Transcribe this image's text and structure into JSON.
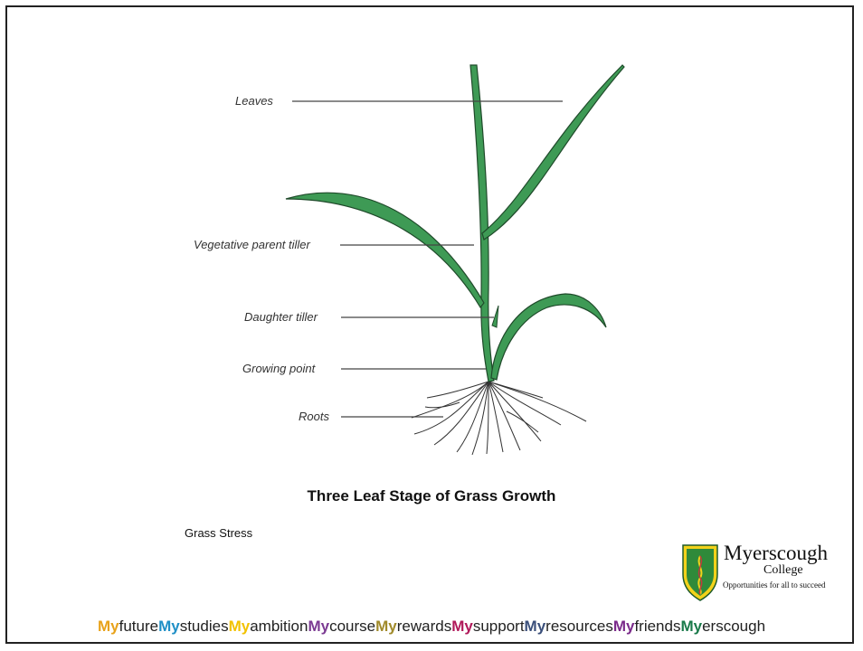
{
  "colors": {
    "leaf": "#3e9a55",
    "leaf_edge": "#1f4a2a",
    "shield_green": "#2f8a3a",
    "shield_yellow": "#f2d21a"
  },
  "diagram": {
    "labels": {
      "leaves": "Leaves",
      "vegetative_parent_tiller": "Vegetative parent tiller",
      "daughter_tiller": "Daughter tiller",
      "growing_point": "Growing point",
      "roots": "Roots"
    }
  },
  "caption": "Three Leaf Stage of Grass Growth",
  "subcaption": "Grass Stress",
  "logo": {
    "name": "Myerscough",
    "college": "College",
    "tagline": "Opportunities for all to succeed"
  },
  "footer": {
    "segments": [
      {
        "my": "My",
        "word": "future",
        "color": "#e8a21a"
      },
      {
        "my": "My",
        "word": "studies",
        "color": "#1f8fc6"
      },
      {
        "my": "My",
        "word": "ambition",
        "color": "#f2c200"
      },
      {
        "my": "My",
        "word": "course",
        "color": "#7b3a92"
      },
      {
        "my": "My",
        "word": "rewards",
        "color": "#a08a2a"
      },
      {
        "my": "My",
        "word": "support",
        "color": "#b0195a"
      },
      {
        "my": "My",
        "word": "resources",
        "color": "#3a4f7a"
      },
      {
        "my": "My",
        "word": "friends",
        "color": "#7a2a8a"
      },
      {
        "my": "My",
        "word": "erscough",
        "color": "#1a7a4a"
      }
    ]
  }
}
